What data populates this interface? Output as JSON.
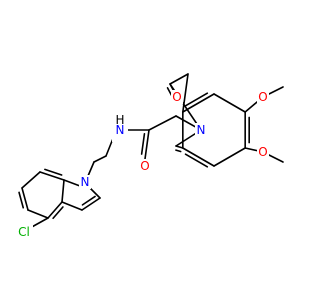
{
  "molecule": {
    "atom_labels": {
      "carbonyl_o_ring": "O",
      "ring_n": "N",
      "methoxy_o_top": "O",
      "methoxy_o_bottom": "O",
      "amide_o": "O",
      "amide_n": "N",
      "amide_h": "H",
      "indole_n": "N",
      "chlorine": "Cl"
    },
    "colors": {
      "bond": "#000000",
      "oxygen": "#ff0000",
      "nitrogen": "#0000ff",
      "chlorine": "#00b000",
      "hydrogen": "#000000"
    }
  }
}
